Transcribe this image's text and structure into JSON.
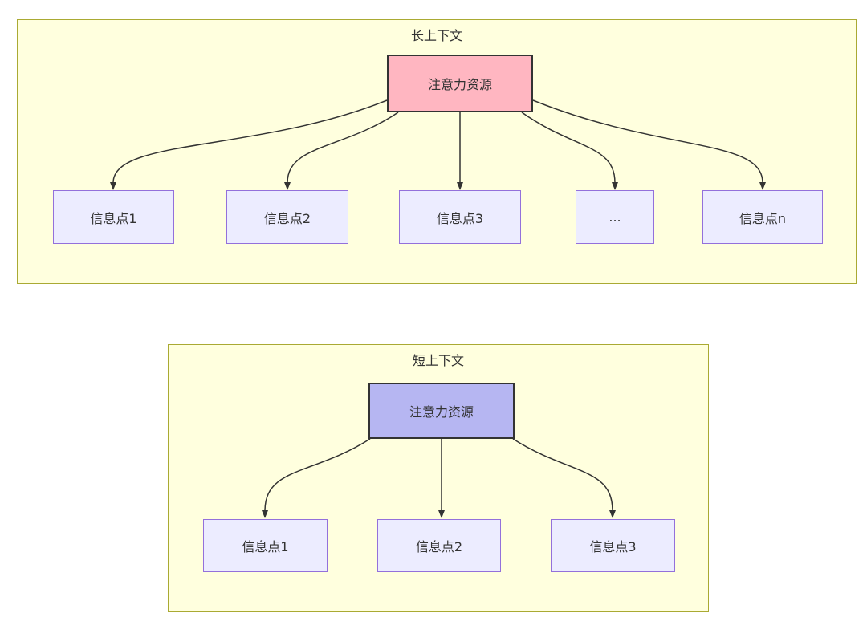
{
  "colors": {
    "container_fill": "#ffffde",
    "container_border": "#aaaa33",
    "child_node_fill": "#ececff",
    "child_node_border": "#9370db",
    "long_root_fill": "#ffb6c1",
    "short_root_fill": "#b6b6f2",
    "root_border": "#333333",
    "edge_stroke": "#333333",
    "text": "#333333"
  },
  "long_context": {
    "title": "长上下文",
    "root_label": "注意力资源",
    "children": [
      {
        "label": "信息点1"
      },
      {
        "label": "信息点2"
      },
      {
        "label": "信息点3"
      },
      {
        "label": "..."
      },
      {
        "label": "信息点n"
      }
    ]
  },
  "short_context": {
    "title": "短上下文",
    "root_label": "注意力资源",
    "children": [
      {
        "label": "信息点1"
      },
      {
        "label": "信息点2"
      },
      {
        "label": "信息点3"
      }
    ]
  }
}
